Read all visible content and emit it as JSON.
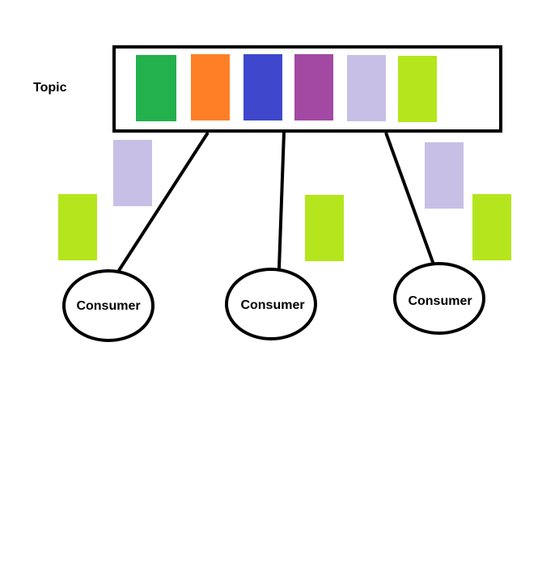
{
  "topic": {
    "label": "Topic",
    "messages": [
      {
        "color": "#22b14c"
      },
      {
        "color": "#ff7f27"
      },
      {
        "color": "#3f48cc"
      },
      {
        "color": "#a349a4"
      },
      {
        "color": "#c8bfe7"
      },
      {
        "color": "#b5e61d"
      }
    ]
  },
  "consumers": [
    {
      "label": "Consumer",
      "received": [
        {
          "color": "#c8bfe7"
        },
        {
          "color": "#b5e61d"
        }
      ]
    },
    {
      "label": "Consumer",
      "received": [
        {
          "color": "#b5e61d"
        }
      ]
    },
    {
      "label": "Consumer",
      "received": [
        {
          "color": "#c8bfe7"
        },
        {
          "color": "#b5e61d"
        }
      ]
    }
  ]
}
